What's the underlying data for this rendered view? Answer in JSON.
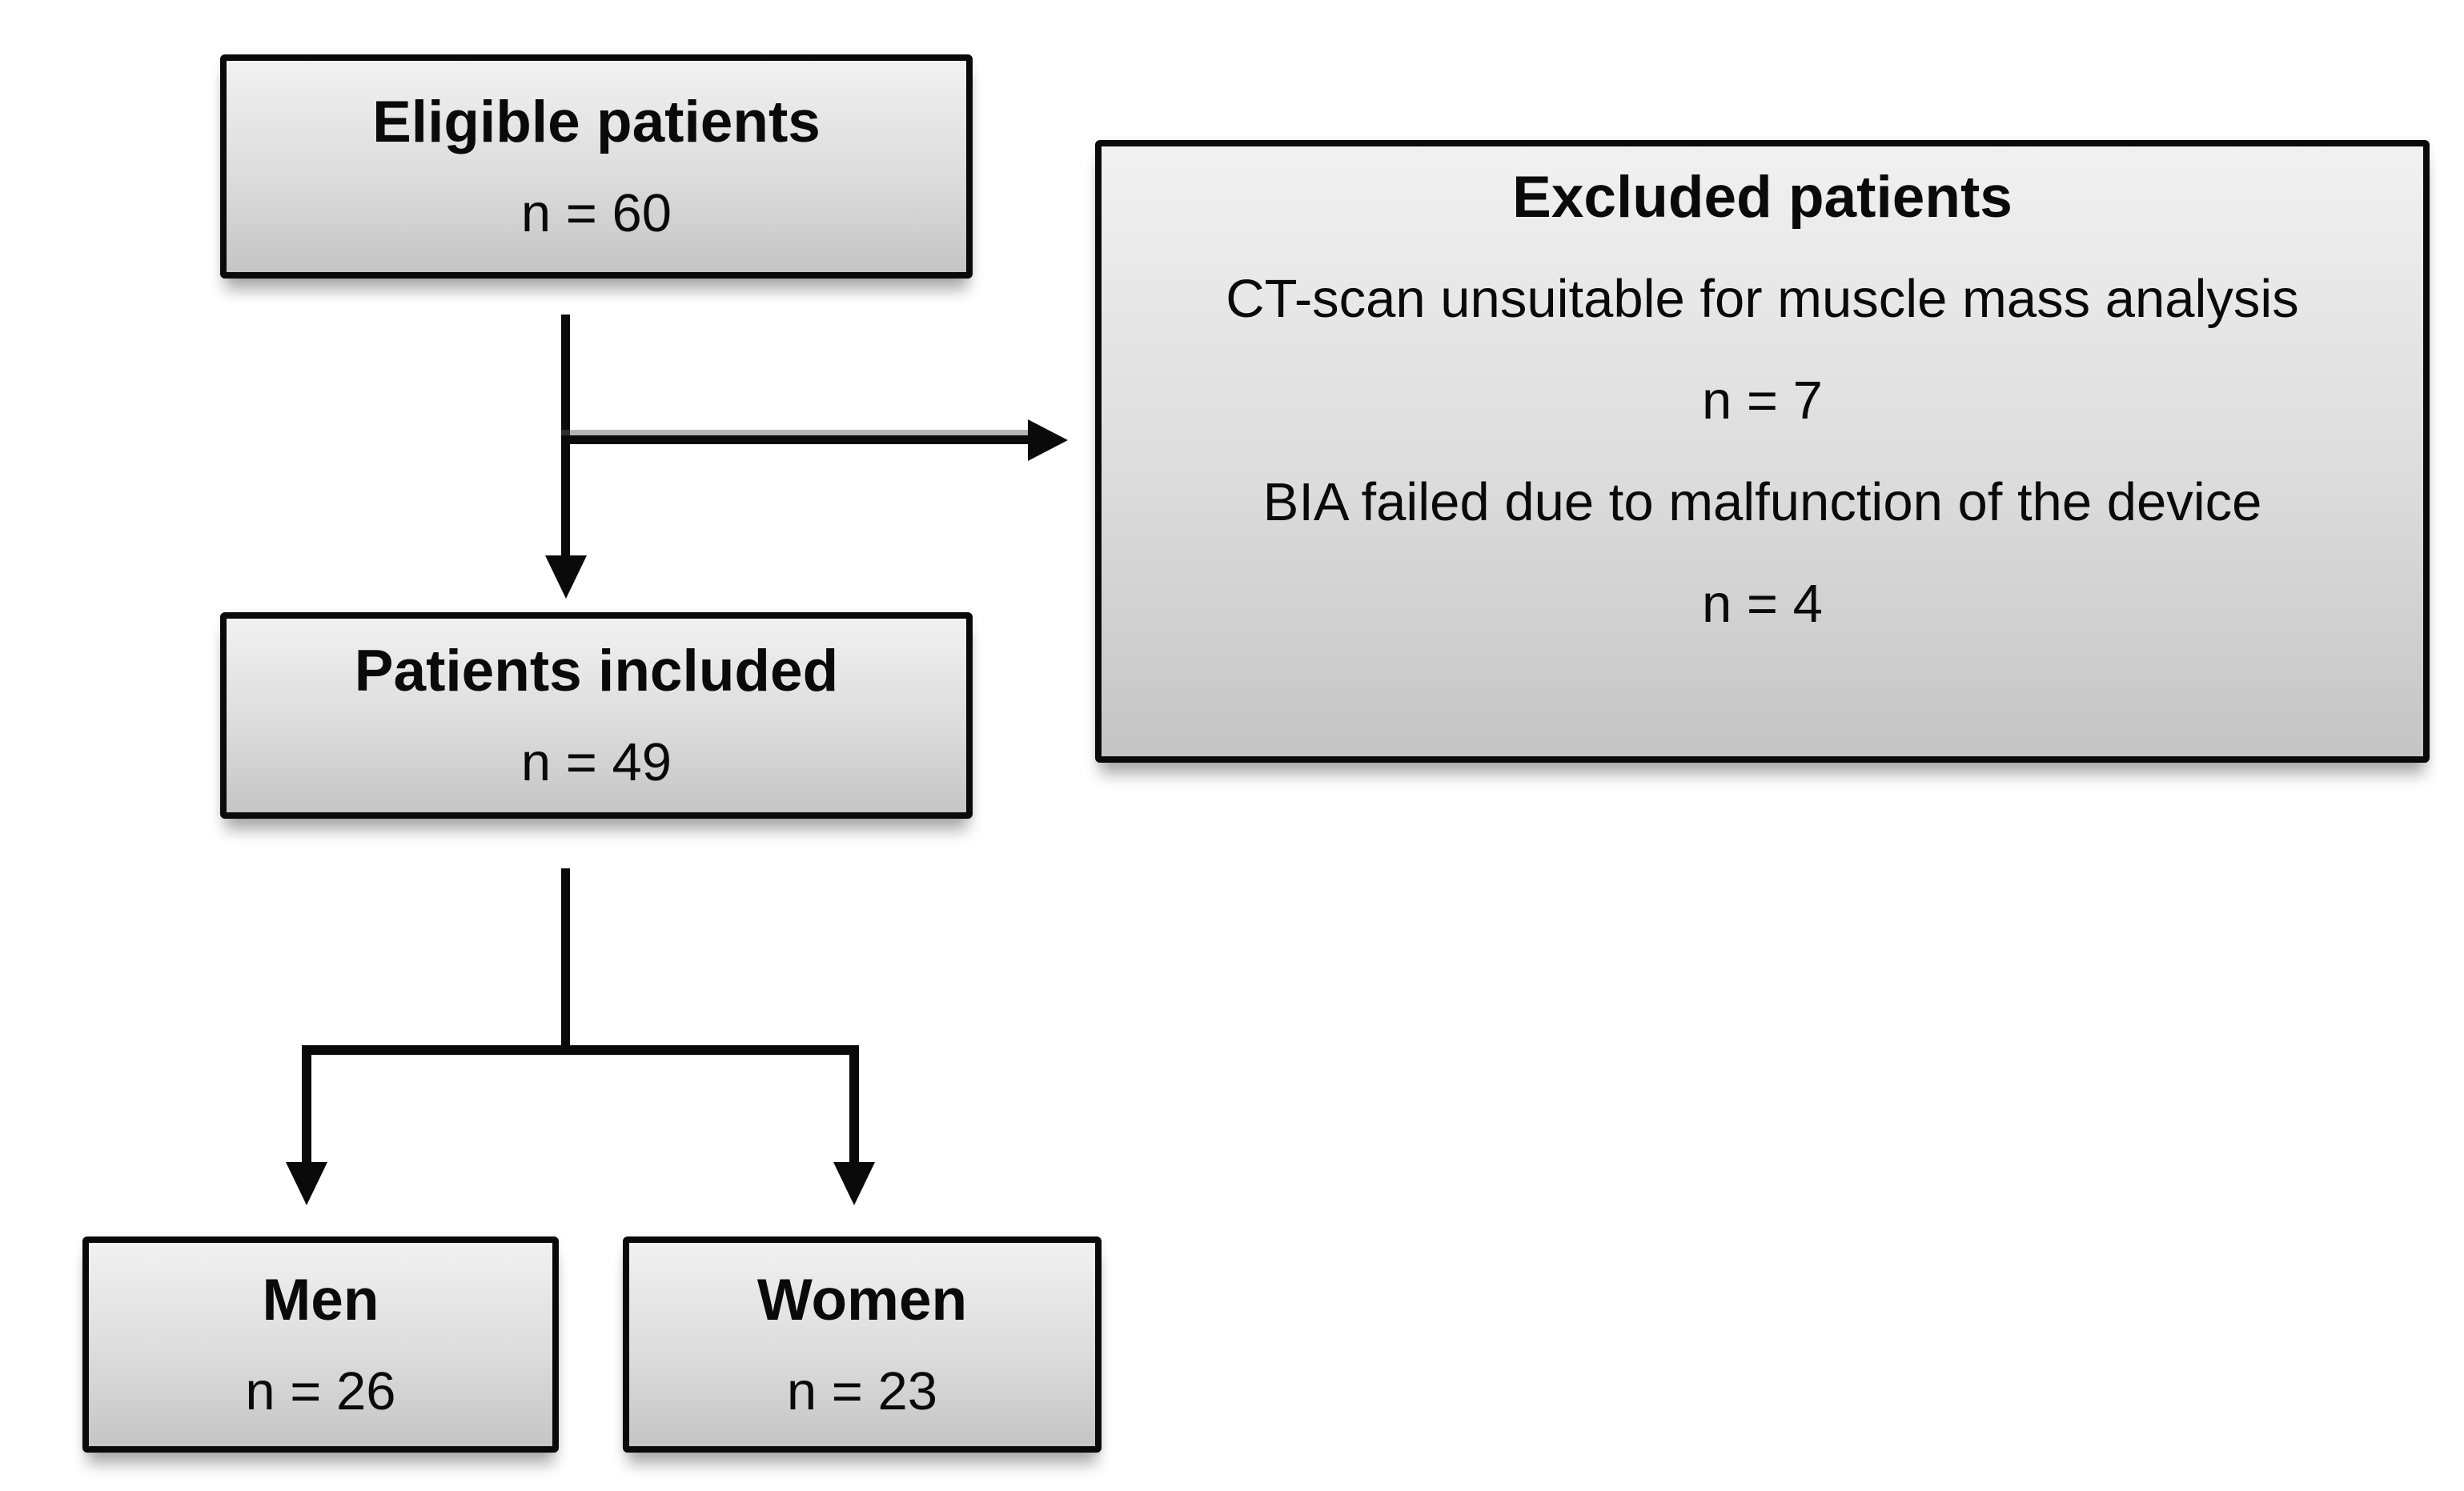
{
  "boxes": {
    "eligible": {
      "title": "Eligible patients",
      "count": "n = 60"
    },
    "excluded": {
      "title": "Excluded patients",
      "lines": [
        "CT-scan unsuitable for muscle mass analysis",
        "n = 7",
        "BIA failed due to malfunction of the device",
        "n = 4"
      ]
    },
    "included": {
      "title": "Patients included",
      "count": "n = 49"
    },
    "men": {
      "title": "Men",
      "count": "n = 26"
    },
    "women": {
      "title": "Women",
      "count": "n = 23"
    }
  },
  "colors": {
    "background": "#ffffff",
    "ink": "#0a0a0a",
    "box_fill_top": "#f1f1f1",
    "box_fill_mid": "#dcdcdc",
    "box_fill_bottom": "#c5c5c5"
  }
}
